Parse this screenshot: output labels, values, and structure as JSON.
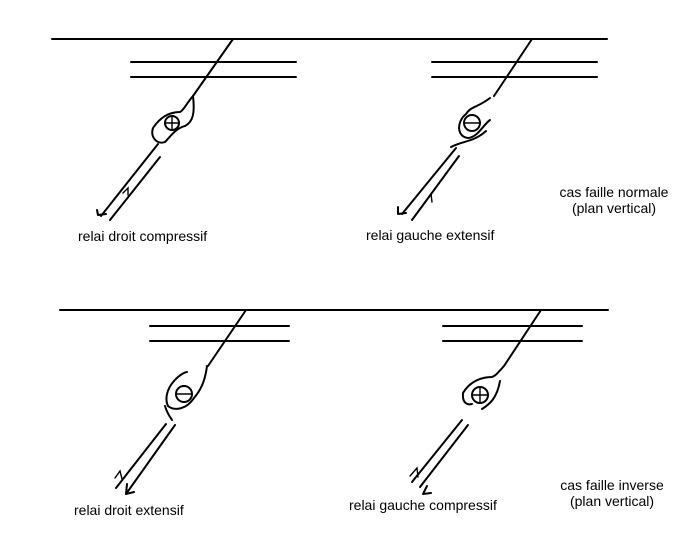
{
  "panels": [
    {
      "label": "relai droit compressif",
      "symbol": "plus"
    },
    {
      "label": "relai gauche extensif",
      "symbol": "minus"
    },
    {
      "label": "relai droit extensif",
      "symbol": "minus"
    },
    {
      "label": "relai gauche compressif",
      "symbol": "plus"
    }
  ],
  "captions": {
    "normal": {
      "line1": "cas faille normale",
      "line2": "(plan vertical)"
    },
    "inverse": {
      "line1": "cas faille inverse",
      "line2": "(plan vertical)"
    }
  }
}
